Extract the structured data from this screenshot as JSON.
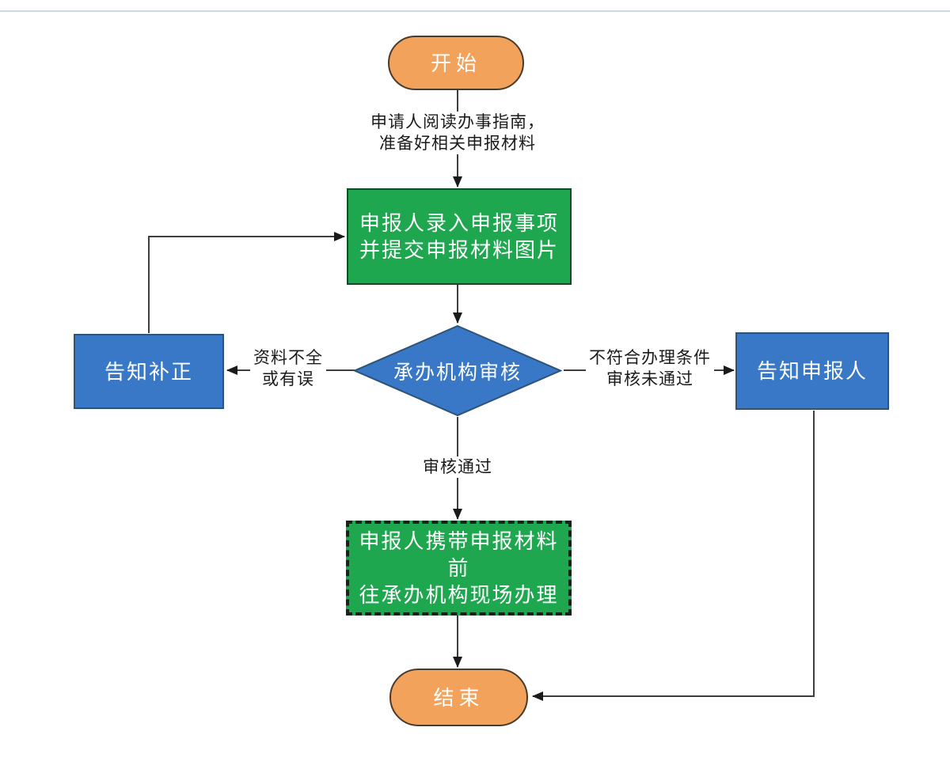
{
  "flowchart": {
    "nodes": {
      "start": {
        "label": "开始"
      },
      "input_report": {
        "label": "申报人录入申报事项\n并提交申报材料图片"
      },
      "review": {
        "label": "承办机构审核"
      },
      "notify_correction": {
        "label": "告知补正"
      },
      "notify_applicant": {
        "label": "告知申报人"
      },
      "onsite_handling": {
        "label": "申报人携带申报材料前\n往承办机构现场办理"
      },
      "end": {
        "label": "结束"
      }
    },
    "edge_labels": {
      "prepare": "申请人阅读办事指南，\n准备好相关申报材料",
      "incomplete": "资料不全\n或有误",
      "rejected": "不符合办理条件\n审核未通过",
      "approved": "审核通过"
    },
    "colors": {
      "orange": "#F2A25B",
      "orange_border": "#4a3a2a",
      "green": "#1FA750",
      "green_border": "#0f4d28",
      "dash_border": "#15231a",
      "blue": "#3878C6",
      "blue_border": "#2f5376",
      "line": "#3d3d3d",
      "arrow": "#1a1a1a",
      "top_rule": "#ccdbe2"
    }
  }
}
